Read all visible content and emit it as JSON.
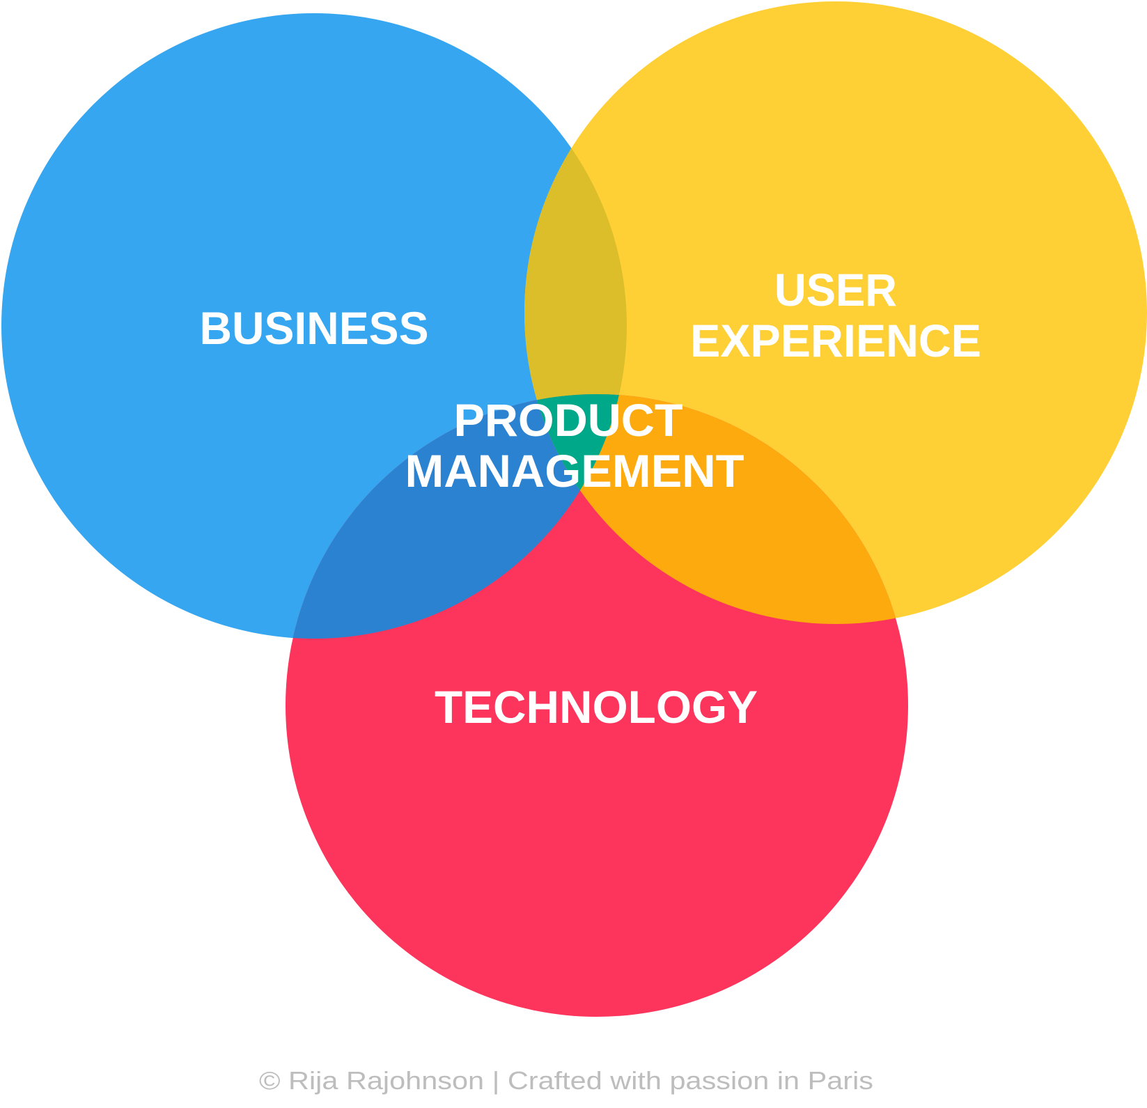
{
  "diagram": {
    "sets": [
      {
        "key": "business",
        "label": "BUSINESS",
        "color": "#35A6EF"
      },
      {
        "key": "ux",
        "label_lines": [
          "USER",
          "EXPERIENCE"
        ],
        "color": "#FFD035"
      },
      {
        "key": "technology",
        "label": "TECHNOLOGY",
        "color": "#FD345C"
      }
    ],
    "overlaps": {
      "business_ux": "#DCBE2A",
      "business_technology": "#2B82D0",
      "ux_technology": "#FDAA0E",
      "center": "#00A88A"
    },
    "center_label_lines": [
      "PRODUCT",
      "MANAGEMENT"
    ]
  },
  "footer": "© Rija Rajohnson | Crafted with passion in Paris"
}
